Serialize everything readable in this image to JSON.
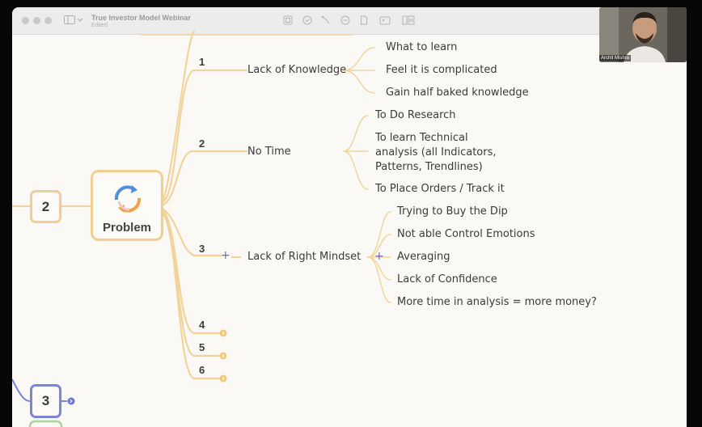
{
  "window": {
    "title": "True Investor Model Webinar",
    "subtitle": "Edited"
  },
  "toolbar": {
    "icons": [
      "sidebar-icon",
      "chevron-down-icon",
      "format-icon",
      "clock-icon",
      "relation-icon",
      "undo-icon",
      "document-icon",
      "image-icon",
      "layout-icon"
    ]
  },
  "mindmap": {
    "center_label": "Problem",
    "parent_number": "2",
    "sibling_number": "3",
    "branches": [
      {
        "number": "1",
        "label": "Lack of Knowledge",
        "children": [
          "What to learn",
          "Feel it is complicated",
          "Gain half baked knowledge"
        ]
      },
      {
        "number": "2",
        "label": "No Time",
        "children": [
          "To Do Research",
          "To learn Technical analysis (all Indicators, Patterns, Trendlines)",
          "To Place Orders / Track it"
        ]
      },
      {
        "number": "3",
        "label": "Lack of Right Mindset",
        "children": [
          "Trying to Buy the Dip",
          "Not able Control Emotions",
          "Averaging",
          "Lack of Confidence",
          "More time in analysis = more money?"
        ]
      },
      {
        "number": "4"
      },
      {
        "number": "5"
      },
      {
        "number": "6"
      }
    ],
    "colors": {
      "branch": "#f2d49b",
      "collapse_marker": "#f5c77a",
      "sibling_box": "#6f74d8",
      "plus": "#6b6bb8"
    }
  },
  "webcam": {
    "name": "Archit Mishra"
  }
}
